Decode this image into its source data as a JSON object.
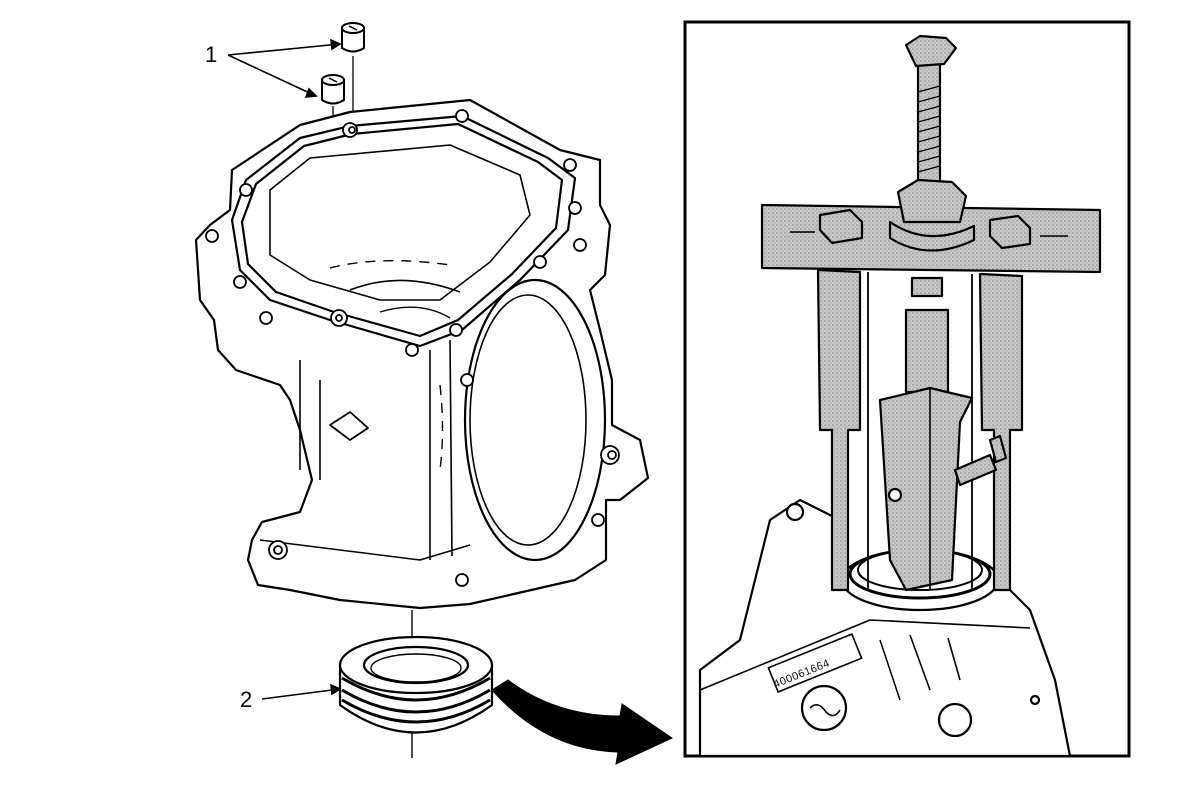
{
  "figure": {
    "callouts": [
      {
        "id": "1",
        "label": "1"
      },
      {
        "id": "2",
        "label": "2"
      }
    ],
    "part_number_text": "400061664",
    "colors": {
      "line": "#000000",
      "tool_fill": "#bdbdbd",
      "background": "#ffffff",
      "arrow": "#000000"
    }
  }
}
